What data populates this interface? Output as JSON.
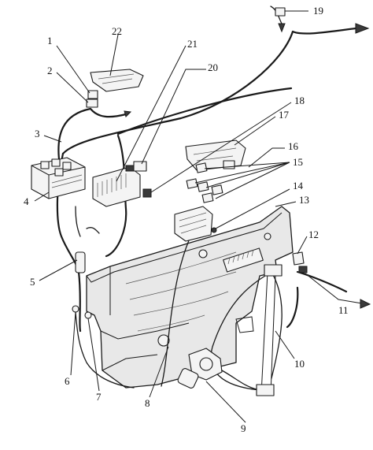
{
  "figure": {
    "labels": [
      {
        "id": "1",
        "text": "1"
      },
      {
        "id": "2",
        "text": "2"
      },
      {
        "id": "3",
        "text": "3"
      },
      {
        "id": "4",
        "text": "4"
      },
      {
        "id": "5",
        "text": "5"
      },
      {
        "id": "6",
        "text": "6"
      },
      {
        "id": "7",
        "text": "7"
      },
      {
        "id": "8",
        "text": "8"
      },
      {
        "id": "9",
        "text": "9"
      },
      {
        "id": "10",
        "text": "10"
      },
      {
        "id": "11",
        "text": "11"
      },
      {
        "id": "12",
        "text": "12"
      },
      {
        "id": "13",
        "text": "13"
      },
      {
        "id": "14",
        "text": "14"
      },
      {
        "id": "15",
        "text": "15"
      },
      {
        "id": "16",
        "text": "16"
      },
      {
        "id": "17",
        "text": "17"
      },
      {
        "id": "18",
        "text": "18"
      },
      {
        "id": "19",
        "text": "19"
      },
      {
        "id": "20",
        "text": "20"
      },
      {
        "id": "21",
        "text": "21"
      },
      {
        "id": "22",
        "text": "22"
      }
    ]
  }
}
